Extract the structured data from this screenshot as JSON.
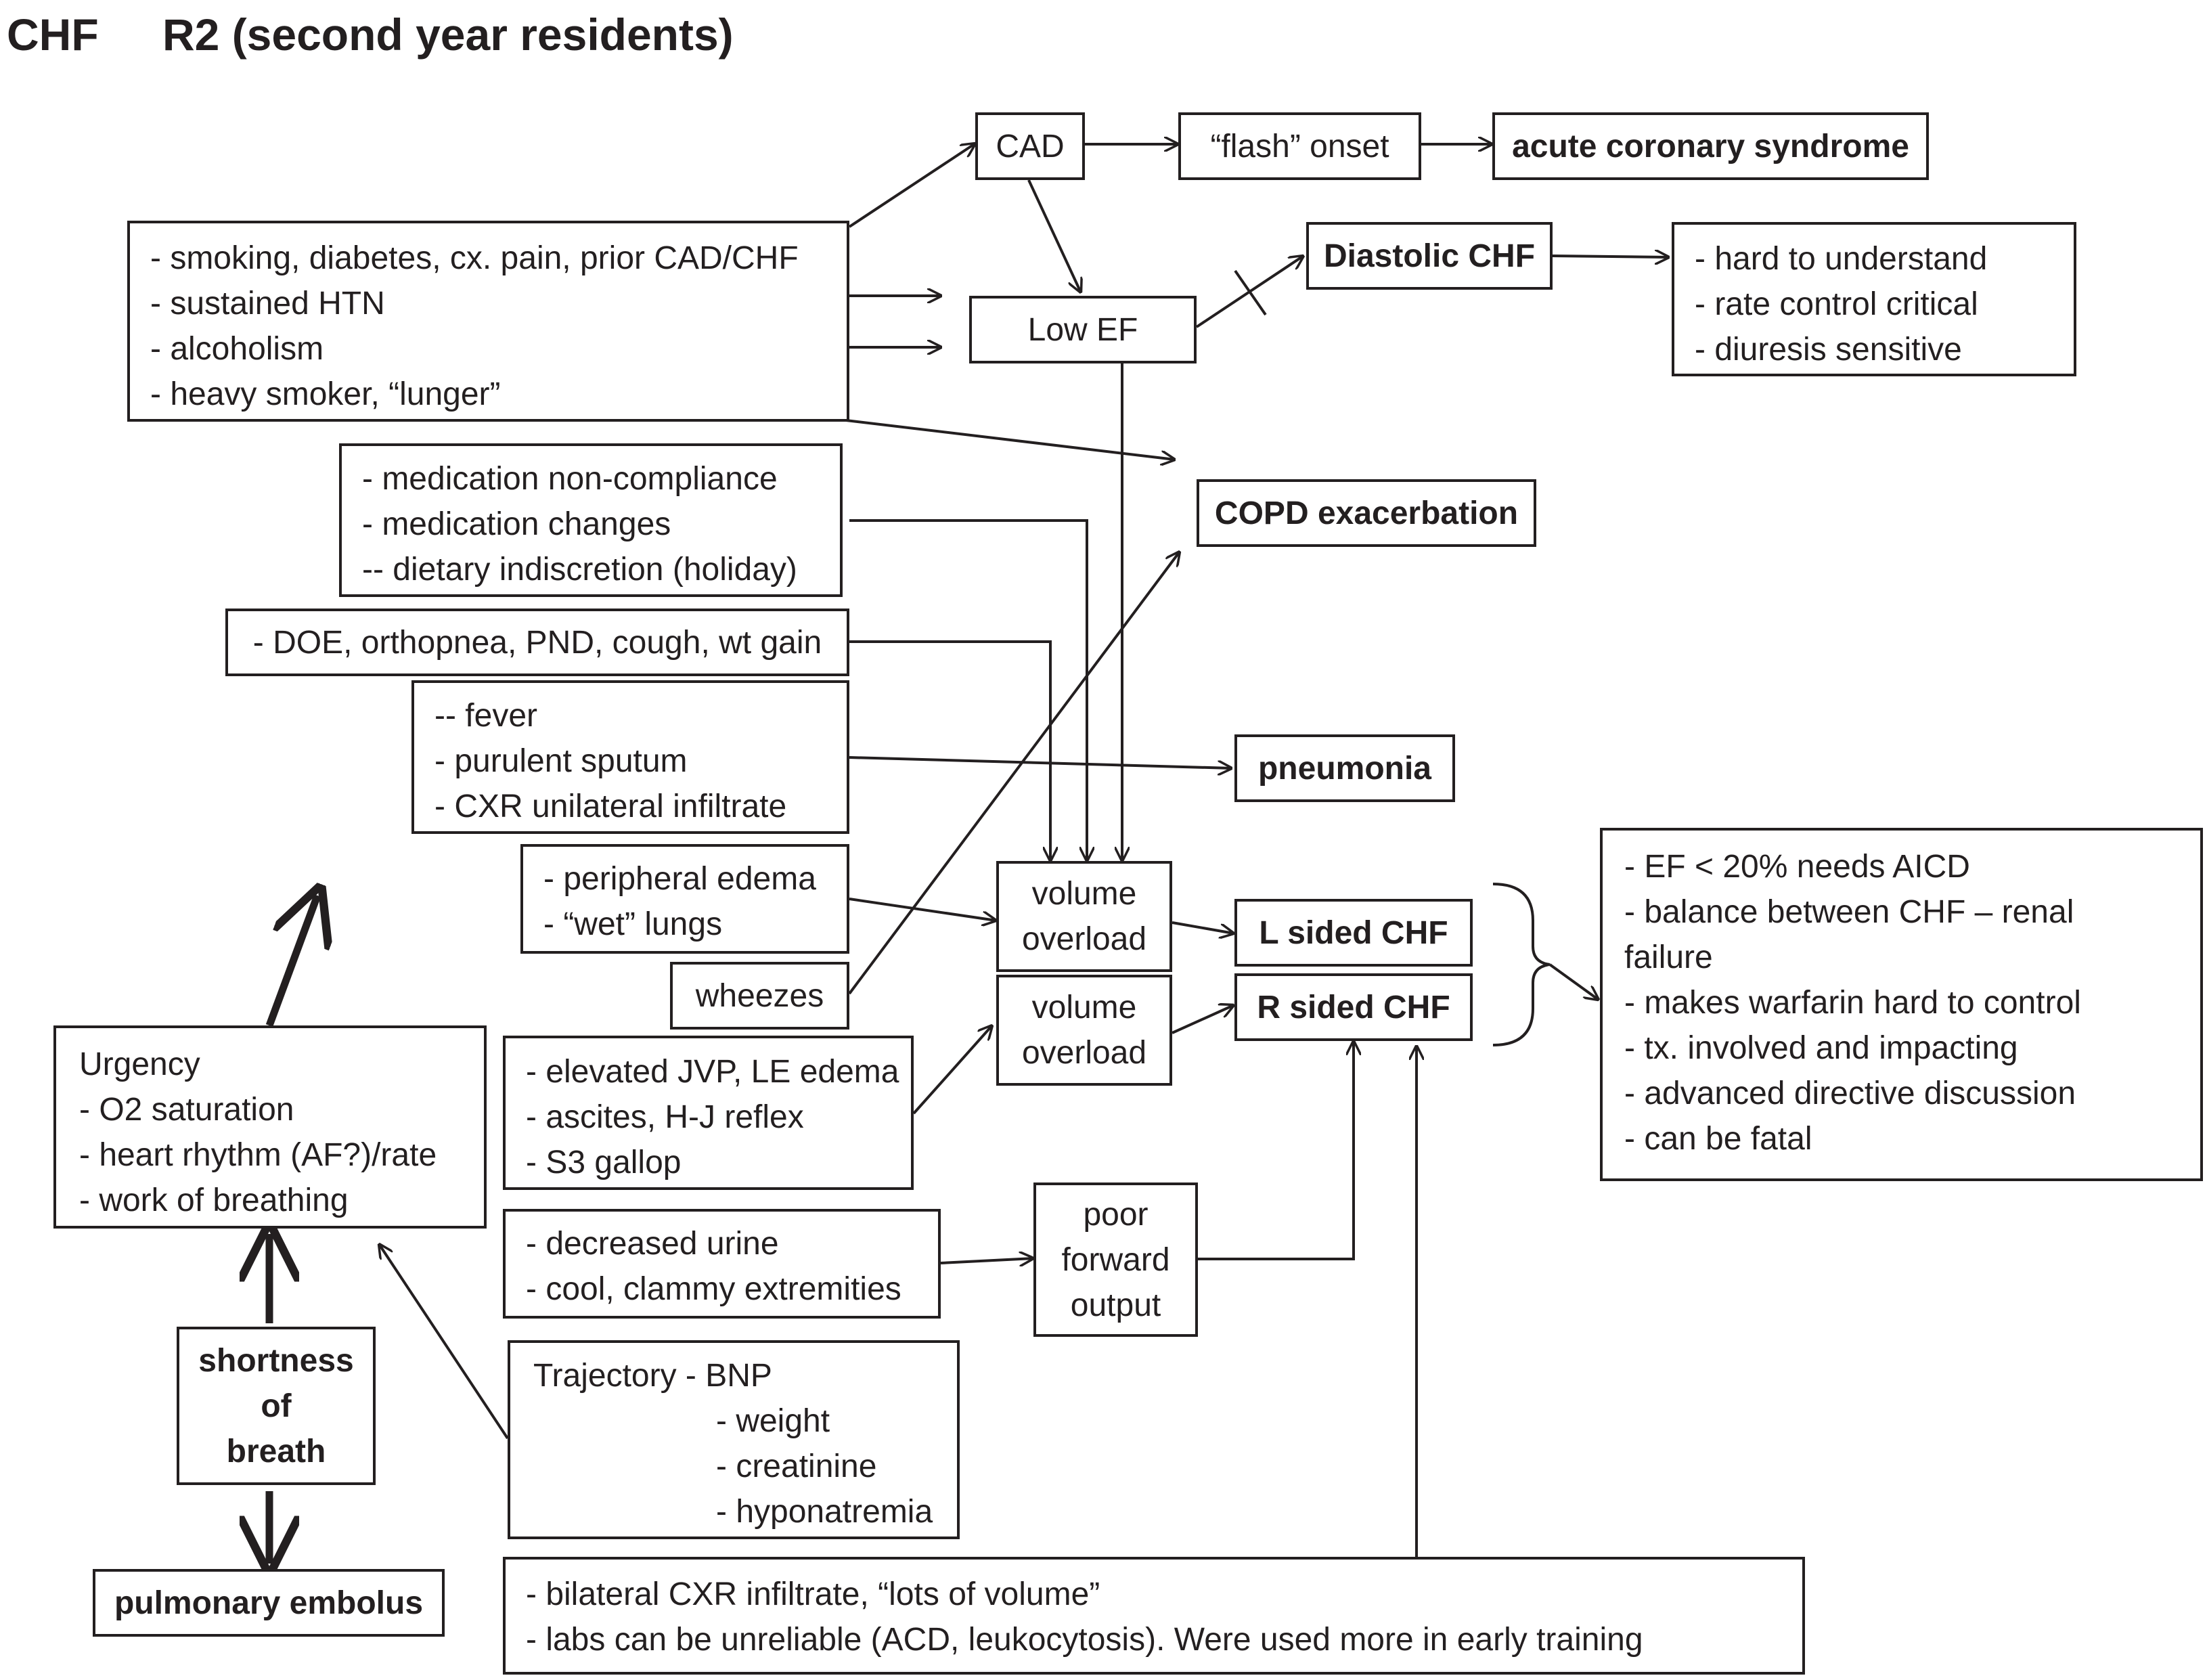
{
  "title": {
    "topic": "CHF",
    "subtitle": "R2 (second year residents)"
  },
  "nodes": {
    "cad": "CAD",
    "flash": "“flash” onset",
    "acs": "acute coronary syndrome",
    "diastolic": "Diastolic CHF",
    "low_ef": "Low EF",
    "copd": "COPD exacerbation",
    "pneumonia": "pneumonia",
    "volume_overload_1": [
      "volume",
      "overload"
    ],
    "volume_overload_2": [
      "volume",
      "overload"
    ],
    "l_chf": "L sided CHF",
    "r_chf": "R sided CHF",
    "poor_output": [
      "poor",
      "forward",
      "output"
    ],
    "wheezes": "wheezes",
    "sob": [
      "shortness",
      "of",
      "breath"
    ],
    "pe": "pulmonary embolus"
  },
  "lists": {
    "risk_factors": [
      "- smoking, diabetes, cx. pain, prior CAD/CHF",
      "- sustained HTN",
      "- alcoholism",
      "- heavy smoker, “lunger”"
    ],
    "diastolic_notes": [
      "- hard to understand",
      "- rate control critical",
      "- diuresis sensitive"
    ],
    "medication": [
      "- medication non-compliance",
      "- medication changes",
      "-- dietary indiscretion (holiday)"
    ],
    "symptoms": [
      "- DOE, orthopnea, PND, cough, wt gain"
    ],
    "infection": [
      "-- fever",
      "- purulent sputum",
      "- CXR unilateral infiltrate"
    ],
    "edema": [
      "- peripheral edema",
      "- “wet” lungs"
    ],
    "right_signs": [
      "- elevated JVP, LE edema",
      "- ascites, H-J reflex",
      "- S3 gallop"
    ],
    "perfusion": [
      "- decreased urine",
      "- cool, clammy extremities"
    ],
    "urgency": [
      "Urgency",
      "- O2 saturation",
      "- heart rhythm (AF?)/rate",
      "- work of breathing"
    ],
    "trajectory": [
      "Trajectory  - BNP",
      "- weight",
      "- creatinine",
      "- hyponatremia"
    ],
    "imaging": [
      "- bilateral CXR infiltrate, “lots of volume”",
      "- labs can be unreliable (ACD, leukocytosis). Were used more in early training"
    ],
    "outcomes": [
      "- EF < 20% needs AICD",
      "- balance between CHF – renal",
      "failure",
      "- makes warfarin hard to control",
      "- tx. involved and impacting",
      "- advanced directive discussion",
      "- can be fatal"
    ]
  }
}
